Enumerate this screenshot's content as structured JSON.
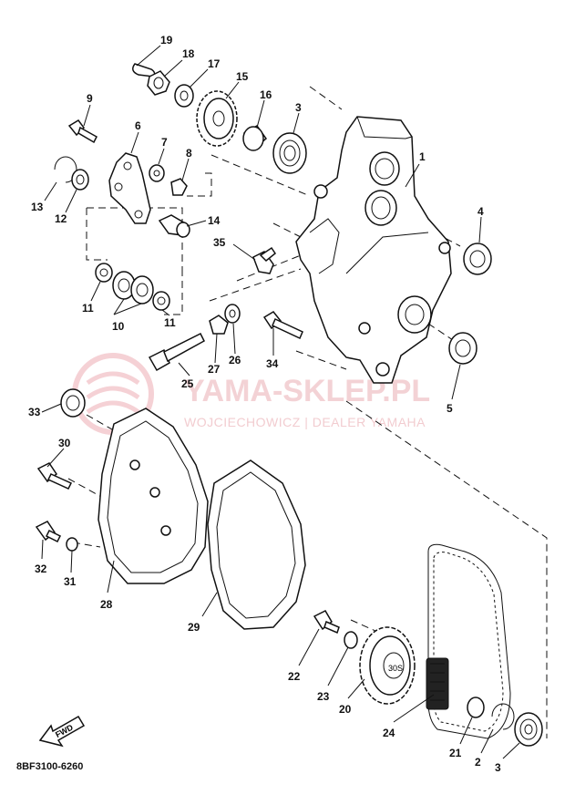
{
  "diagram_code": "8BF3100-6260",
  "fwd_label": "FWD",
  "watermark": {
    "title": "YAMA-SKLEP.PL",
    "subtitle": "WOJCIECHOWICZ | DEALER YAMAHA",
    "color": "#e9a5ab"
  },
  "callouts": [
    {
      "id": "c1",
      "text": "1"
    },
    {
      "id": "c2",
      "text": "2"
    },
    {
      "id": "c3a",
      "text": "3"
    },
    {
      "id": "c3b",
      "text": "3"
    },
    {
      "id": "c4",
      "text": "4"
    },
    {
      "id": "c5",
      "text": "5"
    },
    {
      "id": "c6",
      "text": "6"
    },
    {
      "id": "c7",
      "text": "7"
    },
    {
      "id": "c8",
      "text": "8"
    },
    {
      "id": "c9",
      "text": "9"
    },
    {
      "id": "c10",
      "text": "10"
    },
    {
      "id": "c11a",
      "text": "11"
    },
    {
      "id": "c11b",
      "text": "11"
    },
    {
      "id": "c12",
      "text": "12"
    },
    {
      "id": "c13",
      "text": "13"
    },
    {
      "id": "c14",
      "text": "14"
    },
    {
      "id": "c15",
      "text": "15"
    },
    {
      "id": "c16",
      "text": "16"
    },
    {
      "id": "c17",
      "text": "17"
    },
    {
      "id": "c18",
      "text": "18"
    },
    {
      "id": "c19",
      "text": "19"
    },
    {
      "id": "c20",
      "text": "20"
    },
    {
      "id": "c21",
      "text": "21"
    },
    {
      "id": "c22",
      "text": "22"
    },
    {
      "id": "c23",
      "text": "23"
    },
    {
      "id": "c24",
      "text": "24"
    },
    {
      "id": "c25",
      "text": "25"
    },
    {
      "id": "c26",
      "text": "26"
    },
    {
      "id": "c27",
      "text": "27"
    },
    {
      "id": "c28",
      "text": "28"
    },
    {
      "id": "c29",
      "text": "29"
    },
    {
      "id": "c30",
      "text": "30"
    },
    {
      "id": "c31",
      "text": "31"
    },
    {
      "id": "c32",
      "text": "32"
    },
    {
      "id": "c33",
      "text": "33"
    },
    {
      "id": "c34",
      "text": "34"
    },
    {
      "id": "c35",
      "text": "35"
    }
  ]
}
